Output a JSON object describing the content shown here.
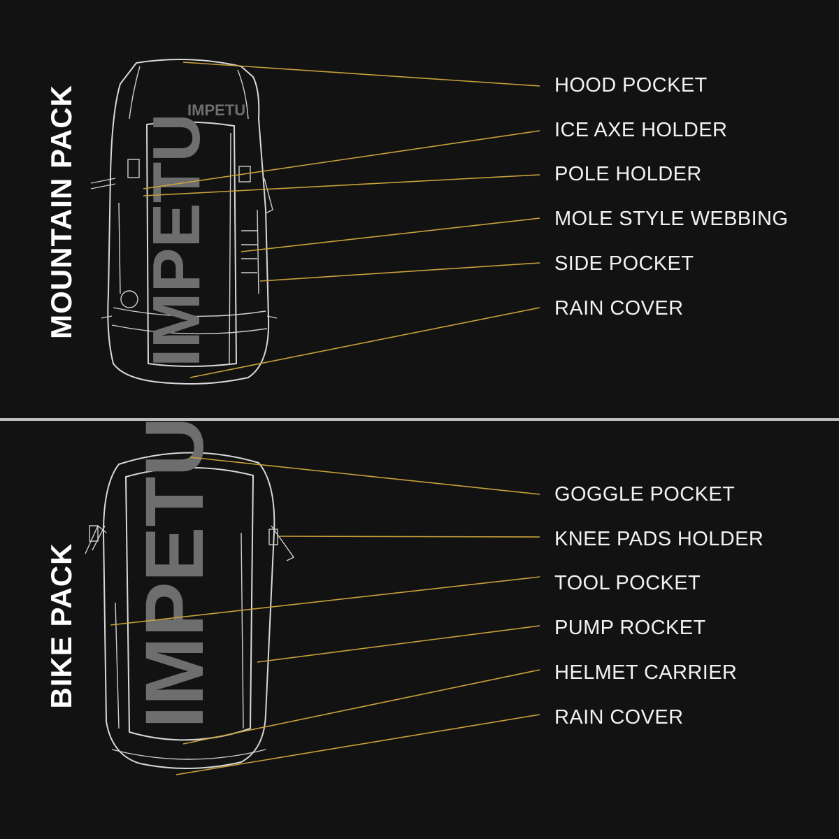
{
  "mountain_pack": {
    "title": "MOUNTAIN PACK",
    "logo_text": "IMPETU",
    "labels": [
      "HOOD POCKET",
      "ICE AXE HOLDER",
      "POLE HOLDER",
      "MOLE STYLE WEBBING",
      "SIDE POCKET",
      "RAIN COVER"
    ]
  },
  "bike_pack": {
    "title": "BIKE PACK",
    "labels": [
      "GOGGLE POCKET",
      "KNEE PADS HOLDER",
      "TOOL POCKET",
      "PUMP ROCKET",
      "HELMET CARRIER",
      "RAIN COVER"
    ]
  },
  "colors": {
    "background": "#121212",
    "leader_line": "#c9a13b",
    "label_text": "#f2f2f2",
    "divider": "#bdbdbd"
  }
}
